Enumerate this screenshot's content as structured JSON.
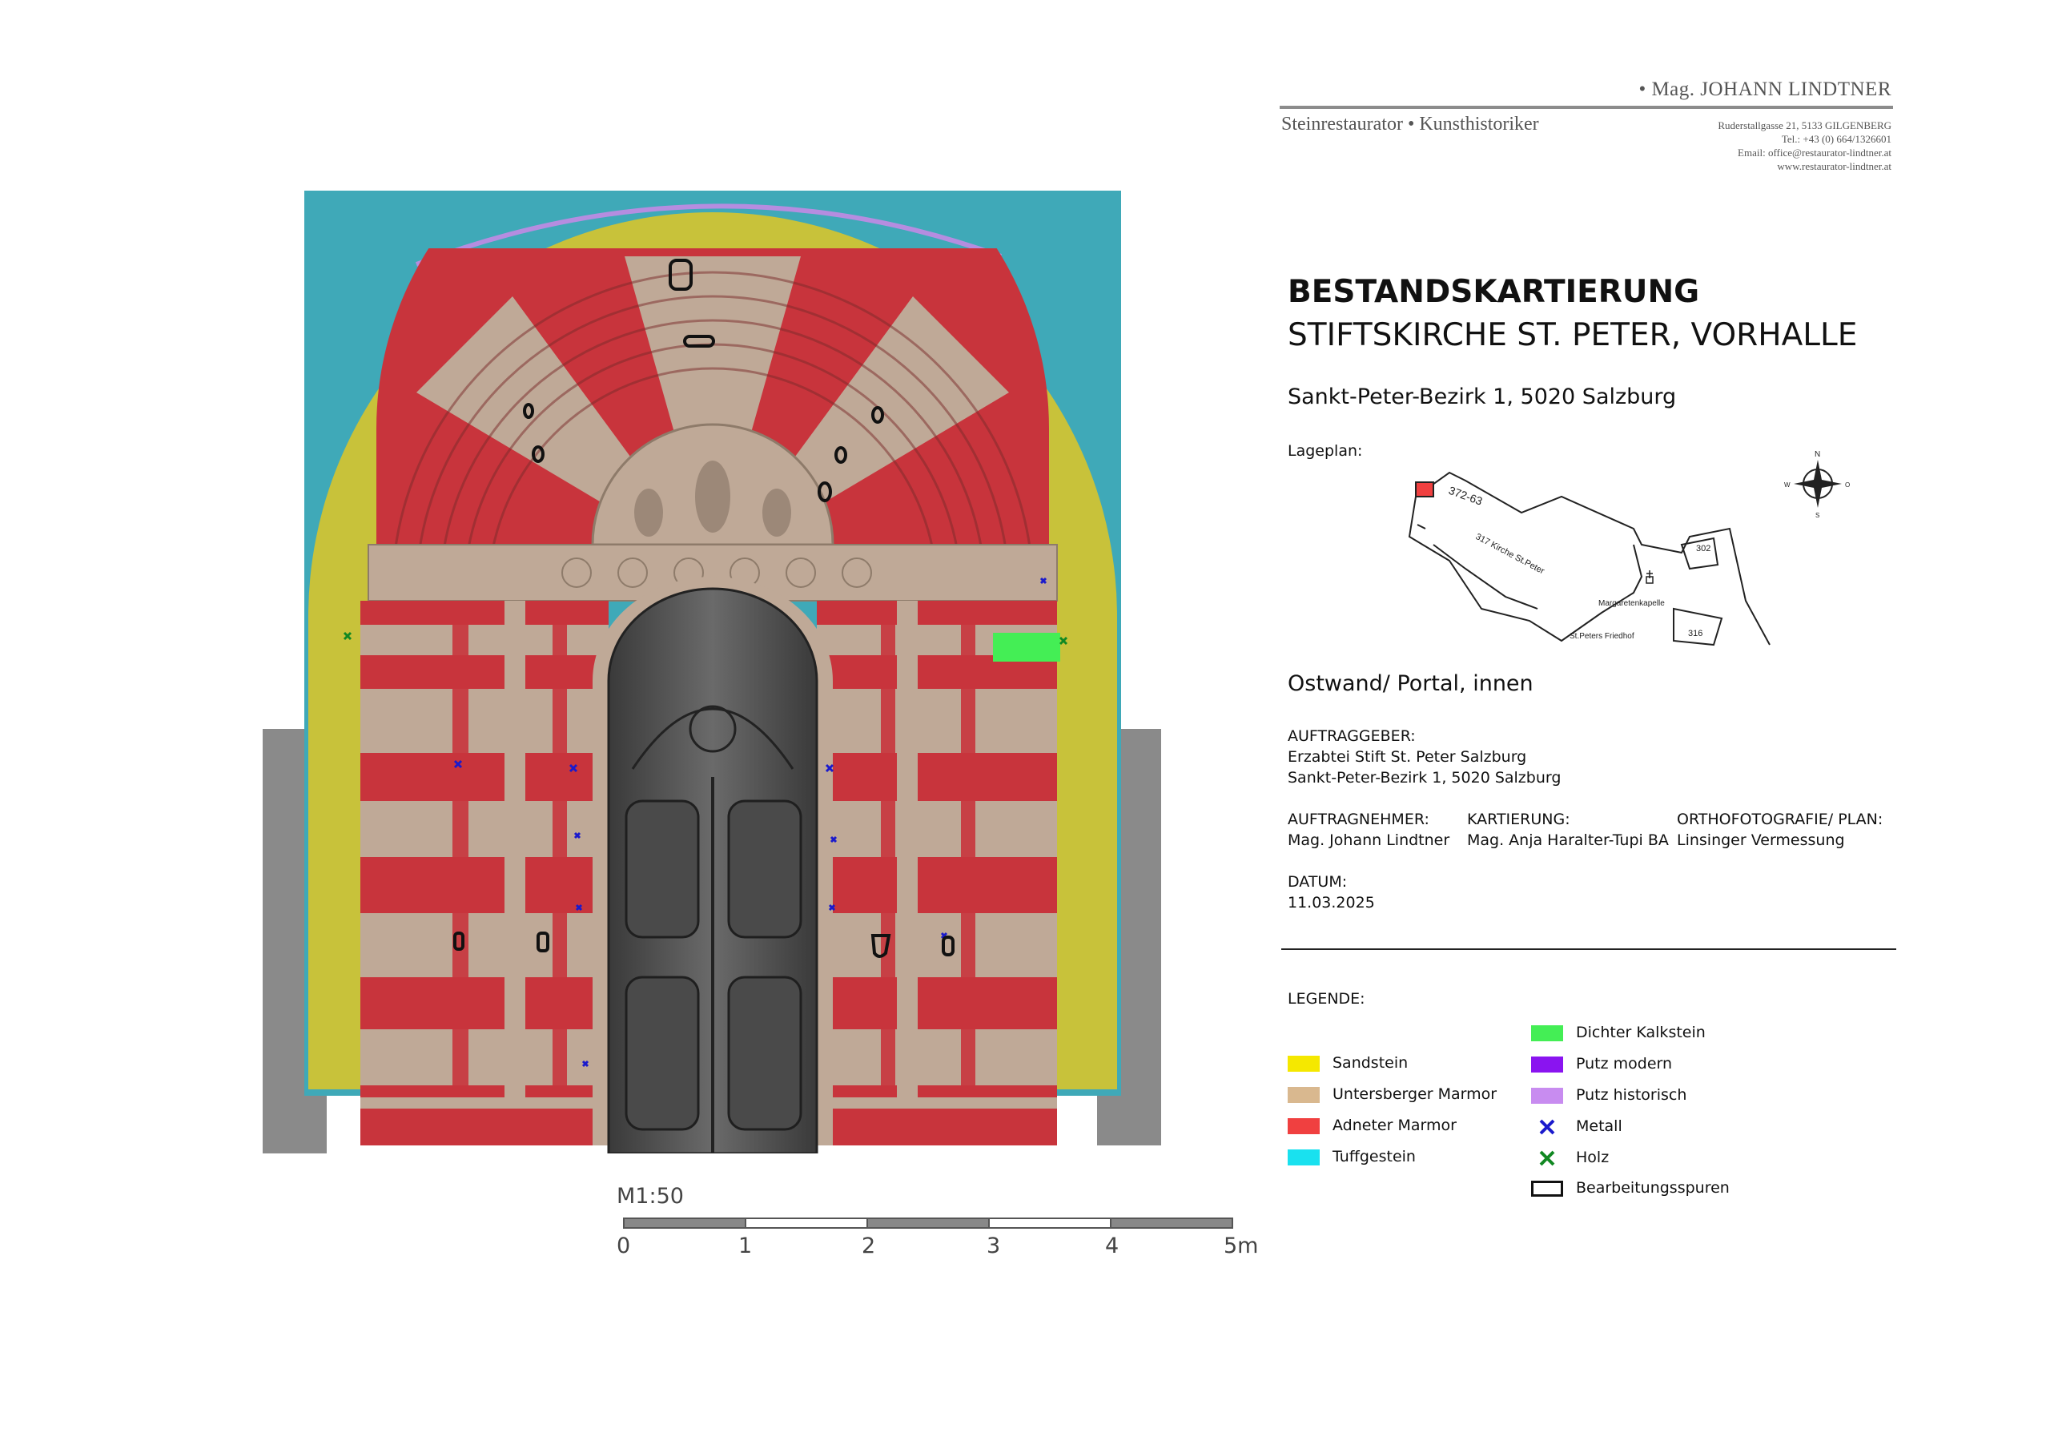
{
  "letterhead": {
    "name": "• Mag. JOHANN LINDTNER",
    "profession": "Steinrestaurator • Kunsthistoriker",
    "contact": [
      "Ruderstallgasse 21, 5133 GILGENBERG",
      "Tel.: +43 (0) 664/1326601",
      "Email:  office@restaurator-lindtner.at",
      "www.restaurator-lindtner.at"
    ]
  },
  "title": {
    "main": "BESTANDSKARTIERUNG",
    "sub": "STIFTSKIRCHE ST. PETER, VORHALLE",
    "address": "Sankt-Peter-Bezirk 1, 5020 Salzburg"
  },
  "lageplan": {
    "label": "Lageplan:",
    "parcel_a": "372-63",
    "parcel_church": "317  Kirche  St.Peter",
    "chapel": "Margaretenkapelle",
    "cemetery": "St.Peters  Friedhof",
    "parcel_316": "316",
    "parcel_302": "302",
    "compass_n": "N",
    "compass_s": "S",
    "compass_w": "W",
    "compass_o": "O"
  },
  "section_title": "Ostwand/ Portal, innen",
  "client": {
    "label": "AUFTRAGGEBER:",
    "line1": "Erzabtei Stift St. Peter Salzburg",
    "line2": "Sankt-Peter-Bezirk 1, 5020 Salzburg"
  },
  "contractor": {
    "label": "AUFTRAGNEHMER:",
    "value": "Mag. Johann Lindtner"
  },
  "mapping": {
    "label": "KARTIERUNG:",
    "value": "Mag. Anja Haralter-Tupi BA"
  },
  "survey": {
    "label": "ORTHOFOTOGRAFIE/ PLAN:",
    "value": "Linsinger Vermessung"
  },
  "date": {
    "label": "DATUM:",
    "value": "11.03.2025"
  },
  "legend": {
    "title": "LEGENDE:",
    "items": [
      {
        "label": "Sandstein",
        "color": "#f5e800",
        "kind": "fill"
      },
      {
        "label": "Untersberger Marmor",
        "color": "#d9b88f",
        "kind": "fill"
      },
      {
        "label": "Adneter Marmor",
        "color": "#f04040",
        "kind": "fill"
      },
      {
        "label": "Tuffgestein",
        "color": "#19e1ef",
        "kind": "fill"
      },
      {
        "label": "Dichter Kalkstein",
        "color": "#44ee55",
        "kind": "fill"
      },
      {
        "label": "Putz modern",
        "color": "#8a14f0",
        "kind": "fill"
      },
      {
        "label": "Putz historisch",
        "color": "#c88cf0",
        "kind": "fill"
      },
      {
        "label": "Metall",
        "color": "#1a1acc",
        "kind": "cross"
      },
      {
        "label": "Holz",
        "color": "#118822",
        "kind": "cross"
      },
      {
        "label": "Bearbeitungsspuren",
        "color": "#111111",
        "kind": "outline"
      }
    ]
  },
  "scale": {
    "label": "M1:50",
    "ticks": [
      "0",
      "1",
      "2",
      "3",
      "4",
      "5m"
    ]
  },
  "colors": {
    "sandstein": "#c8c23a",
    "untersberger": "#bfa997",
    "adneter": "#c8343c",
    "tuff": "#3fa9b8",
    "putz_historisch": "#b58de0",
    "door": "#555555"
  }
}
